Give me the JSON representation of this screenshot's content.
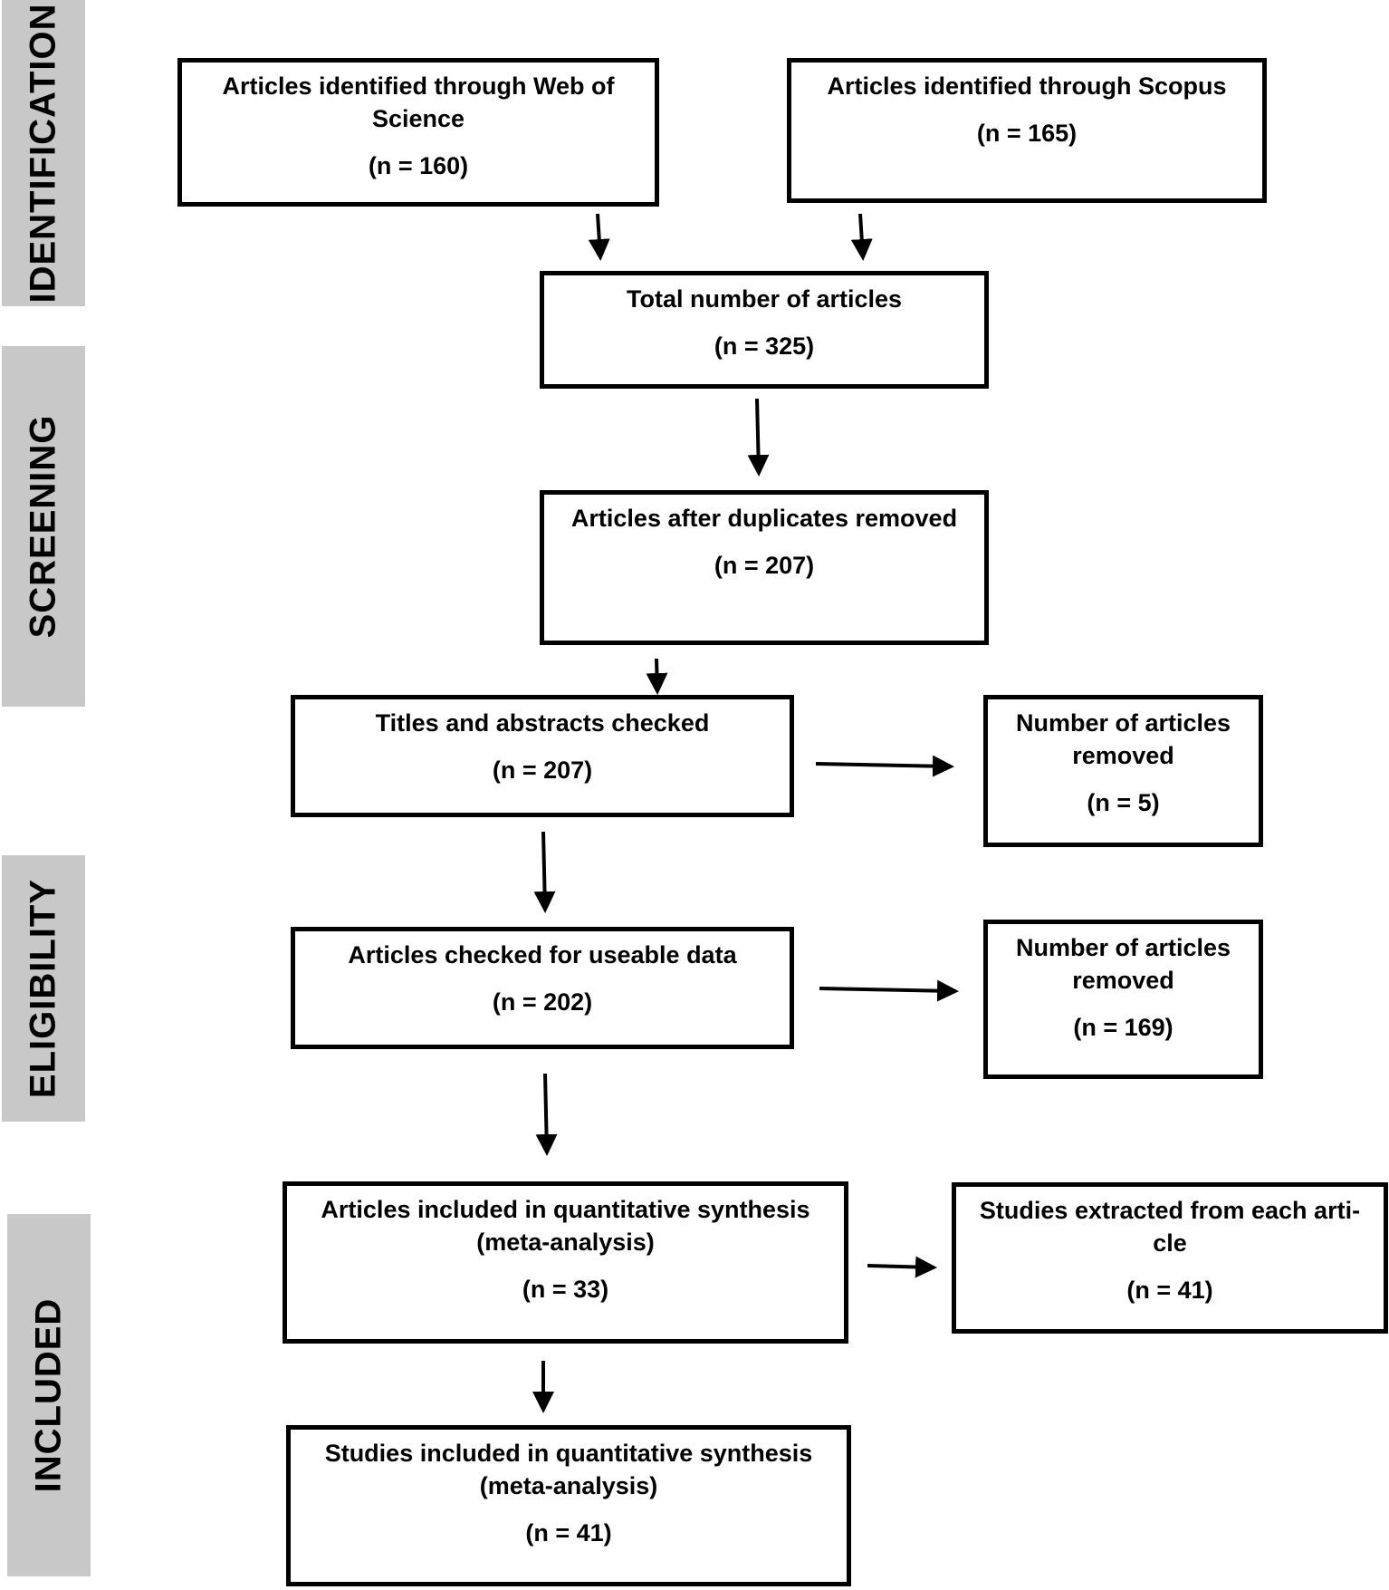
{
  "stages": {
    "identification": "IDENTIFICATION",
    "screening": "SCREENING",
    "eligibility": "ELIGIBILITY",
    "included": "INCLUDED"
  },
  "boxes": {
    "wos": {
      "title": "Articles identified through Web of Science",
      "count": "(n = 160)"
    },
    "scopus": {
      "title": "Articles identified through Scopus",
      "count": "(n = 165)"
    },
    "total": {
      "title": "Total number of articles",
      "count": "(n = 325)"
    },
    "dedup": {
      "title": "Articles after duplicates removed",
      "count": "(n = 207)"
    },
    "screened": {
      "title": "Titles and abstracts checked",
      "count": "(n = 207)"
    },
    "removed_screen": {
      "title": "Number of articles removed",
      "count": "(n = 5)"
    },
    "eligible": {
      "title": "Articles checked for useable data",
      "count": "(n = 202)"
    },
    "removed_elig": {
      "title": "Number of articles removed",
      "count": "(n = 169)"
    },
    "included_articles": {
      "title": "Articles included in quantitative synthesis (meta-analysis)",
      "count": "(n = 33)"
    },
    "extracted": {
      "title": "Studies extracted from each arti-cle",
      "count": "(n = 41)"
    },
    "included_studies": {
      "title": "Studies included in quantitative synthesis (meta-analysis)",
      "count": "(n = 41)"
    }
  }
}
